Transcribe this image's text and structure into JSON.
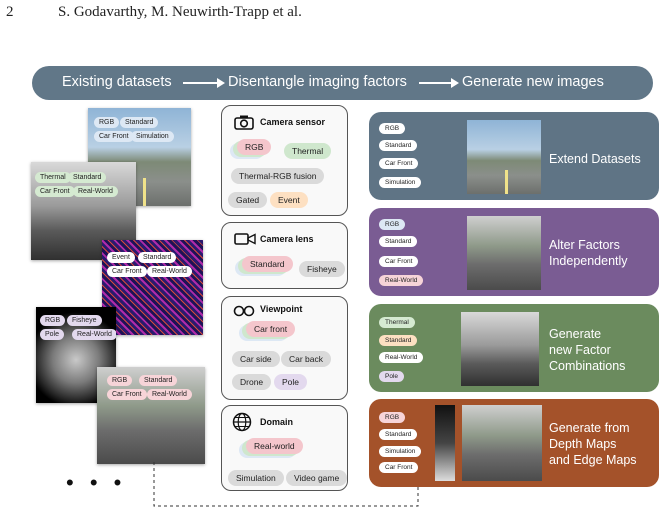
{
  "header": {
    "page_number": "2",
    "authors": "S. Godavarthy, M. Neuwirth-Trapp et al."
  },
  "pipeline": {
    "step1": "Existing datasets",
    "step2": "Disentangle imaging factors",
    "step3": "Generate new images"
  },
  "datasets": [
    {
      "tags": [
        "RGB",
        "Standard",
        "Car Front",
        "Simulation"
      ]
    },
    {
      "tags": [
        "Thermal",
        "Standard",
        "Car Front",
        "Real-World"
      ]
    },
    {
      "tags": [
        "Event",
        "Standard",
        "Car Front",
        "Real-World"
      ]
    },
    {
      "tags": [
        "RGB",
        "Fisheye",
        "Pole",
        "Real-World"
      ]
    },
    {
      "tags": [
        "RGB",
        "Standard",
        "Car Front",
        "Real-World"
      ]
    }
  ],
  "ellipsis": "• • •",
  "factors": {
    "camera_sensor": {
      "title": "Camera sensor",
      "options": [
        "RGB",
        "Thermal",
        "Thermal-RGB fusion",
        "Gated",
        "Event"
      ]
    },
    "camera_lens": {
      "title": "Camera lens",
      "options": [
        "Standard",
        "Fisheye"
      ]
    },
    "viewpoint": {
      "title": "Viewpoint",
      "options": [
        "Car front",
        "Car side",
        "Car back",
        "Drone",
        "Pole"
      ]
    },
    "domain": {
      "title": "Domain",
      "options": [
        "Real-world",
        "Simulation",
        "Video game"
      ]
    }
  },
  "results": [
    {
      "label_line1": "Extend Datasets",
      "label_line2": "",
      "label_line3": "",
      "color": "#5f7485",
      "tags": [
        "RGB",
        "Standard",
        "Car Front",
        "Simulation"
      ]
    },
    {
      "label_line1": "Alter Factors",
      "label_line2": "Independently",
      "label_line3": "",
      "color": "#7a5c93",
      "tags": [
        "RGB",
        "Standard",
        "Car Front",
        "Real-World"
      ]
    },
    {
      "label_line1": "Generate",
      "label_line2": "new Factor",
      "label_line3": "Combinations",
      "color": "#6b8b5e",
      "tags": [
        "Thermal",
        "Standard",
        "Real-World",
        "Pole"
      ]
    },
    {
      "label_line1": "Generate from",
      "label_line2": "Depth Maps",
      "label_line3": "and Edge Maps",
      "color": "#a4522a",
      "tags": [
        "RGB",
        "Standard",
        "Simulation",
        "Car Front"
      ]
    }
  ],
  "colors": {
    "banner": "#617788",
    "panel_extend": "#5f7485",
    "panel_alter": "#7a5c93",
    "panel_combine": "#6b8b5e",
    "panel_depth": "#a4522a"
  }
}
